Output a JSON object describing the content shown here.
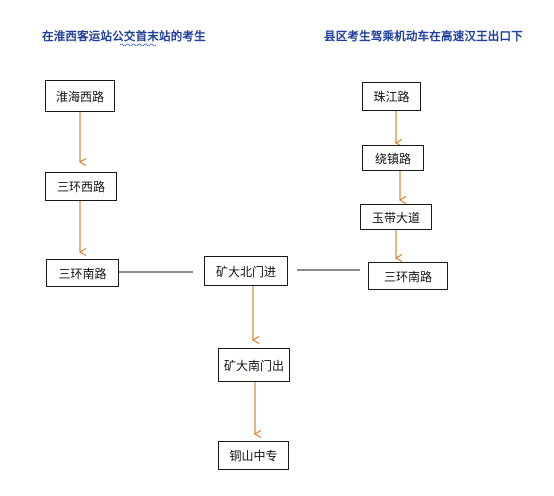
{
  "headings": {
    "left": "在淮西客运站公交首末站的考生",
    "right": "县区考生驾乘机动车在高速汉王出口下"
  },
  "nodes": {
    "huaihai_xi_lu": "淮海西路",
    "sanhuan_xi_lu": "三环西路",
    "sanhuan_nan_lu_left": "三环南路",
    "kuangda_beimen": "矿大北门进",
    "kuangda_nanmen": "矿大南门出",
    "tongshan_zhongzhuan": "铜山中专",
    "zhujiang_lu": "珠江路",
    "raozhen_lu": "绕镇路",
    "yudai_dadao": "玉带大道",
    "sanhuan_nan_lu_right": "三环南路"
  },
  "colors": {
    "heading": "#1f3f9f",
    "arrow": "#d9822b",
    "line": "#1a1a1a",
    "box_border": "#1a1a1a"
  }
}
